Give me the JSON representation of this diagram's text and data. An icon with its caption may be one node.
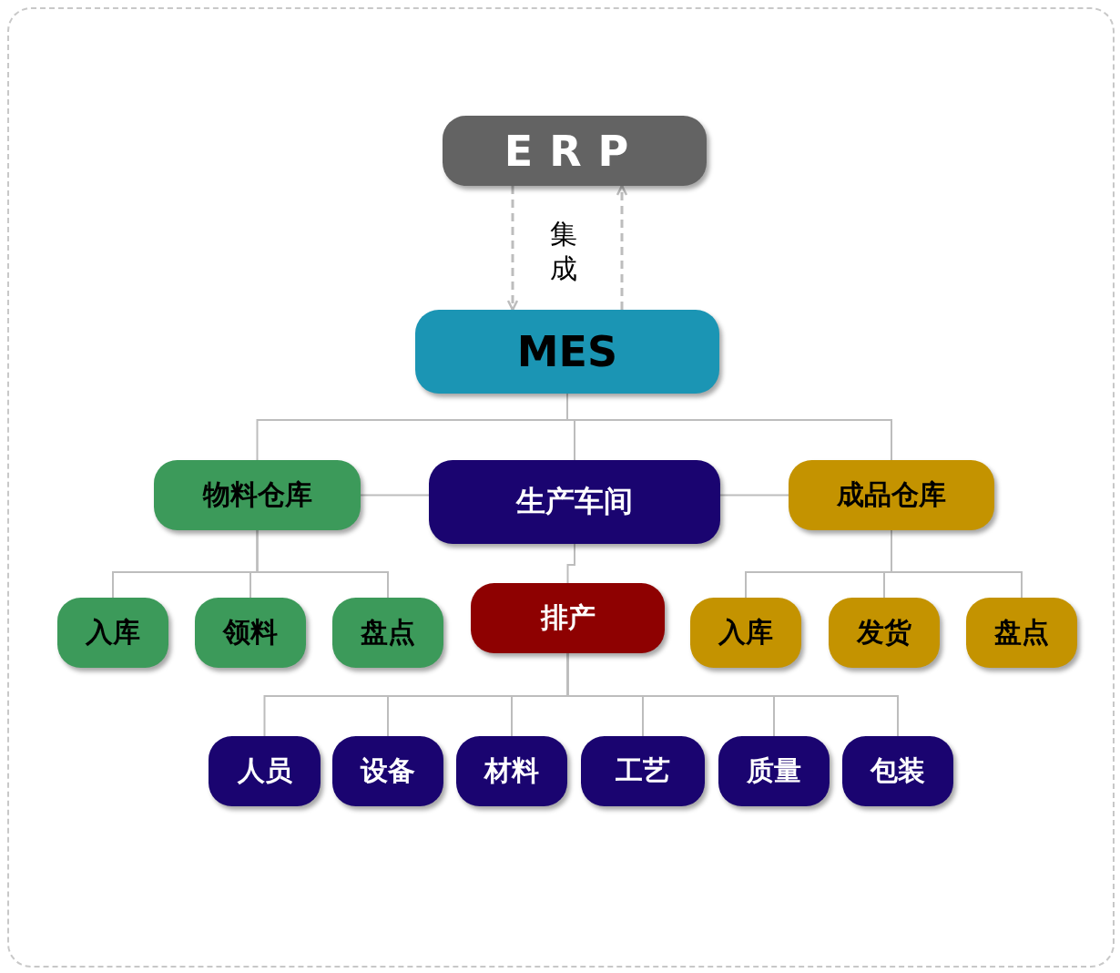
{
  "diagram": {
    "nodes": [
      {
        "text": [
          "ERP"
        ]
      },
      {
        "text": [
          "MES"
        ]
      },
      {
        "text": [
          "物料仓库"
        ]
      },
      {
        "text": [
          "生产车间"
        ]
      },
      {
        "text": [
          "成品仓库"
        ]
      },
      {
        "text": [
          "入库"
        ]
      },
      {
        "text": [
          "领料"
        ]
      },
      {
        "text": [
          "盘点"
        ]
      },
      {
        "text": [
          "排产"
        ]
      },
      {
        "text": [
          "入库"
        ]
      },
      {
        "text": [
          "发货"
        ]
      },
      {
        "text": [
          "盘点"
        ]
      },
      {
        "text": [
          "人员"
        ]
      },
      {
        "text": [
          "设备"
        ]
      },
      {
        "text": [
          "材料"
        ]
      },
      {
        "text": [
          "工艺"
        ]
      },
      {
        "text": [
          "质量"
        ]
      },
      {
        "text": [
          "包装"
        ]
      }
    ],
    "edges": [
      {
        "from": 0,
        "to": 1,
        "arrow": "to",
        "style": "dashed"
      },
      {
        "from": 1,
        "to": 0,
        "arrow": "to",
        "style": "dashed"
      },
      {
        "from": 1,
        "to": 2,
        "arrow": "none"
      },
      {
        "from": 1,
        "to": 3,
        "arrow": "none"
      },
      {
        "from": 1,
        "to": 4,
        "arrow": "none"
      },
      {
        "from": 2,
        "to": 3,
        "arrow": "none"
      },
      {
        "from": 3,
        "to": 4,
        "arrow": "none"
      },
      {
        "from": 2,
        "to": 5,
        "arrow": "none"
      },
      {
        "from": 2,
        "to": 6,
        "arrow": "none"
      },
      {
        "from": 2,
        "to": 7,
        "arrow": "none"
      },
      {
        "from": 3,
        "to": 8,
        "arrow": "none"
      },
      {
        "from": 4,
        "to": 9,
        "arrow": "none"
      },
      {
        "from": 4,
        "to": 10,
        "arrow": "none"
      },
      {
        "from": 4,
        "to": 11,
        "arrow": "none"
      },
      {
        "from": 8,
        "to": 12,
        "arrow": "none"
      },
      {
        "from": 8,
        "to": 13,
        "arrow": "none"
      },
      {
        "from": 8,
        "to": 14,
        "arrow": "none"
      },
      {
        "from": 8,
        "to": 15,
        "arrow": "none"
      },
      {
        "from": 8,
        "to": 16,
        "arrow": "none"
      },
      {
        "from": 8,
        "to": 17,
        "arrow": "none"
      }
    ],
    "labels": [
      "集成"
    ]
  }
}
